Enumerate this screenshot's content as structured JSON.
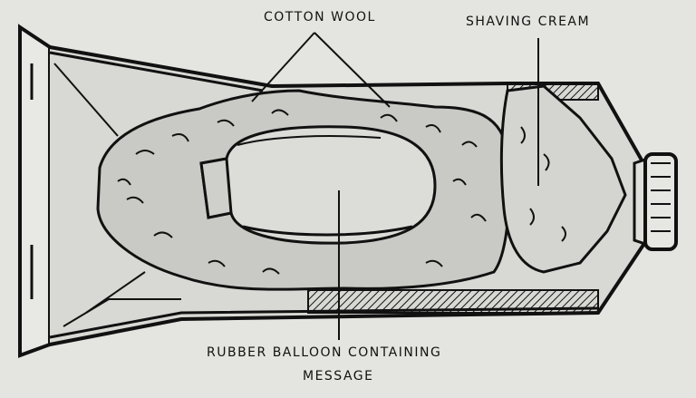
{
  "labels": {
    "cotton_wool": "COTTON WOOL",
    "shaving_cream": "SHAVING CREAM",
    "balloon_line1": "RUBBER BALLOON CONTAINING",
    "balloon_line2": "MESSAGE"
  },
  "colors": {
    "background": "#e4e4e0",
    "ink": "#111111",
    "cotton": "#c9c9c5",
    "balloon": "#dcdcd8",
    "cream": "#d4d4d0"
  }
}
